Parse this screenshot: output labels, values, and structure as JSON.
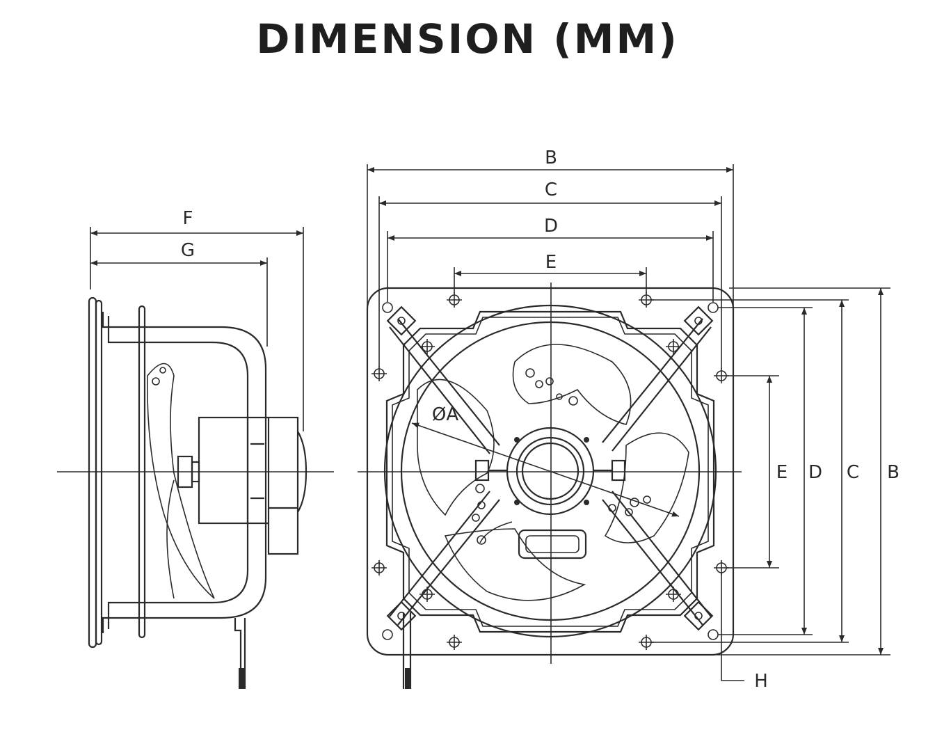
{
  "title": "DIMENSION (MM)",
  "labels": {
    "side_F": "F",
    "side_G": "G",
    "front_B": "B",
    "front_C": "C",
    "front_D": "D",
    "front_E": "E",
    "diameter": "ØA",
    "vert_E": "E",
    "vert_D": "D",
    "vert_C": "C",
    "vert_B": "B",
    "hole_H": "H"
  }
}
